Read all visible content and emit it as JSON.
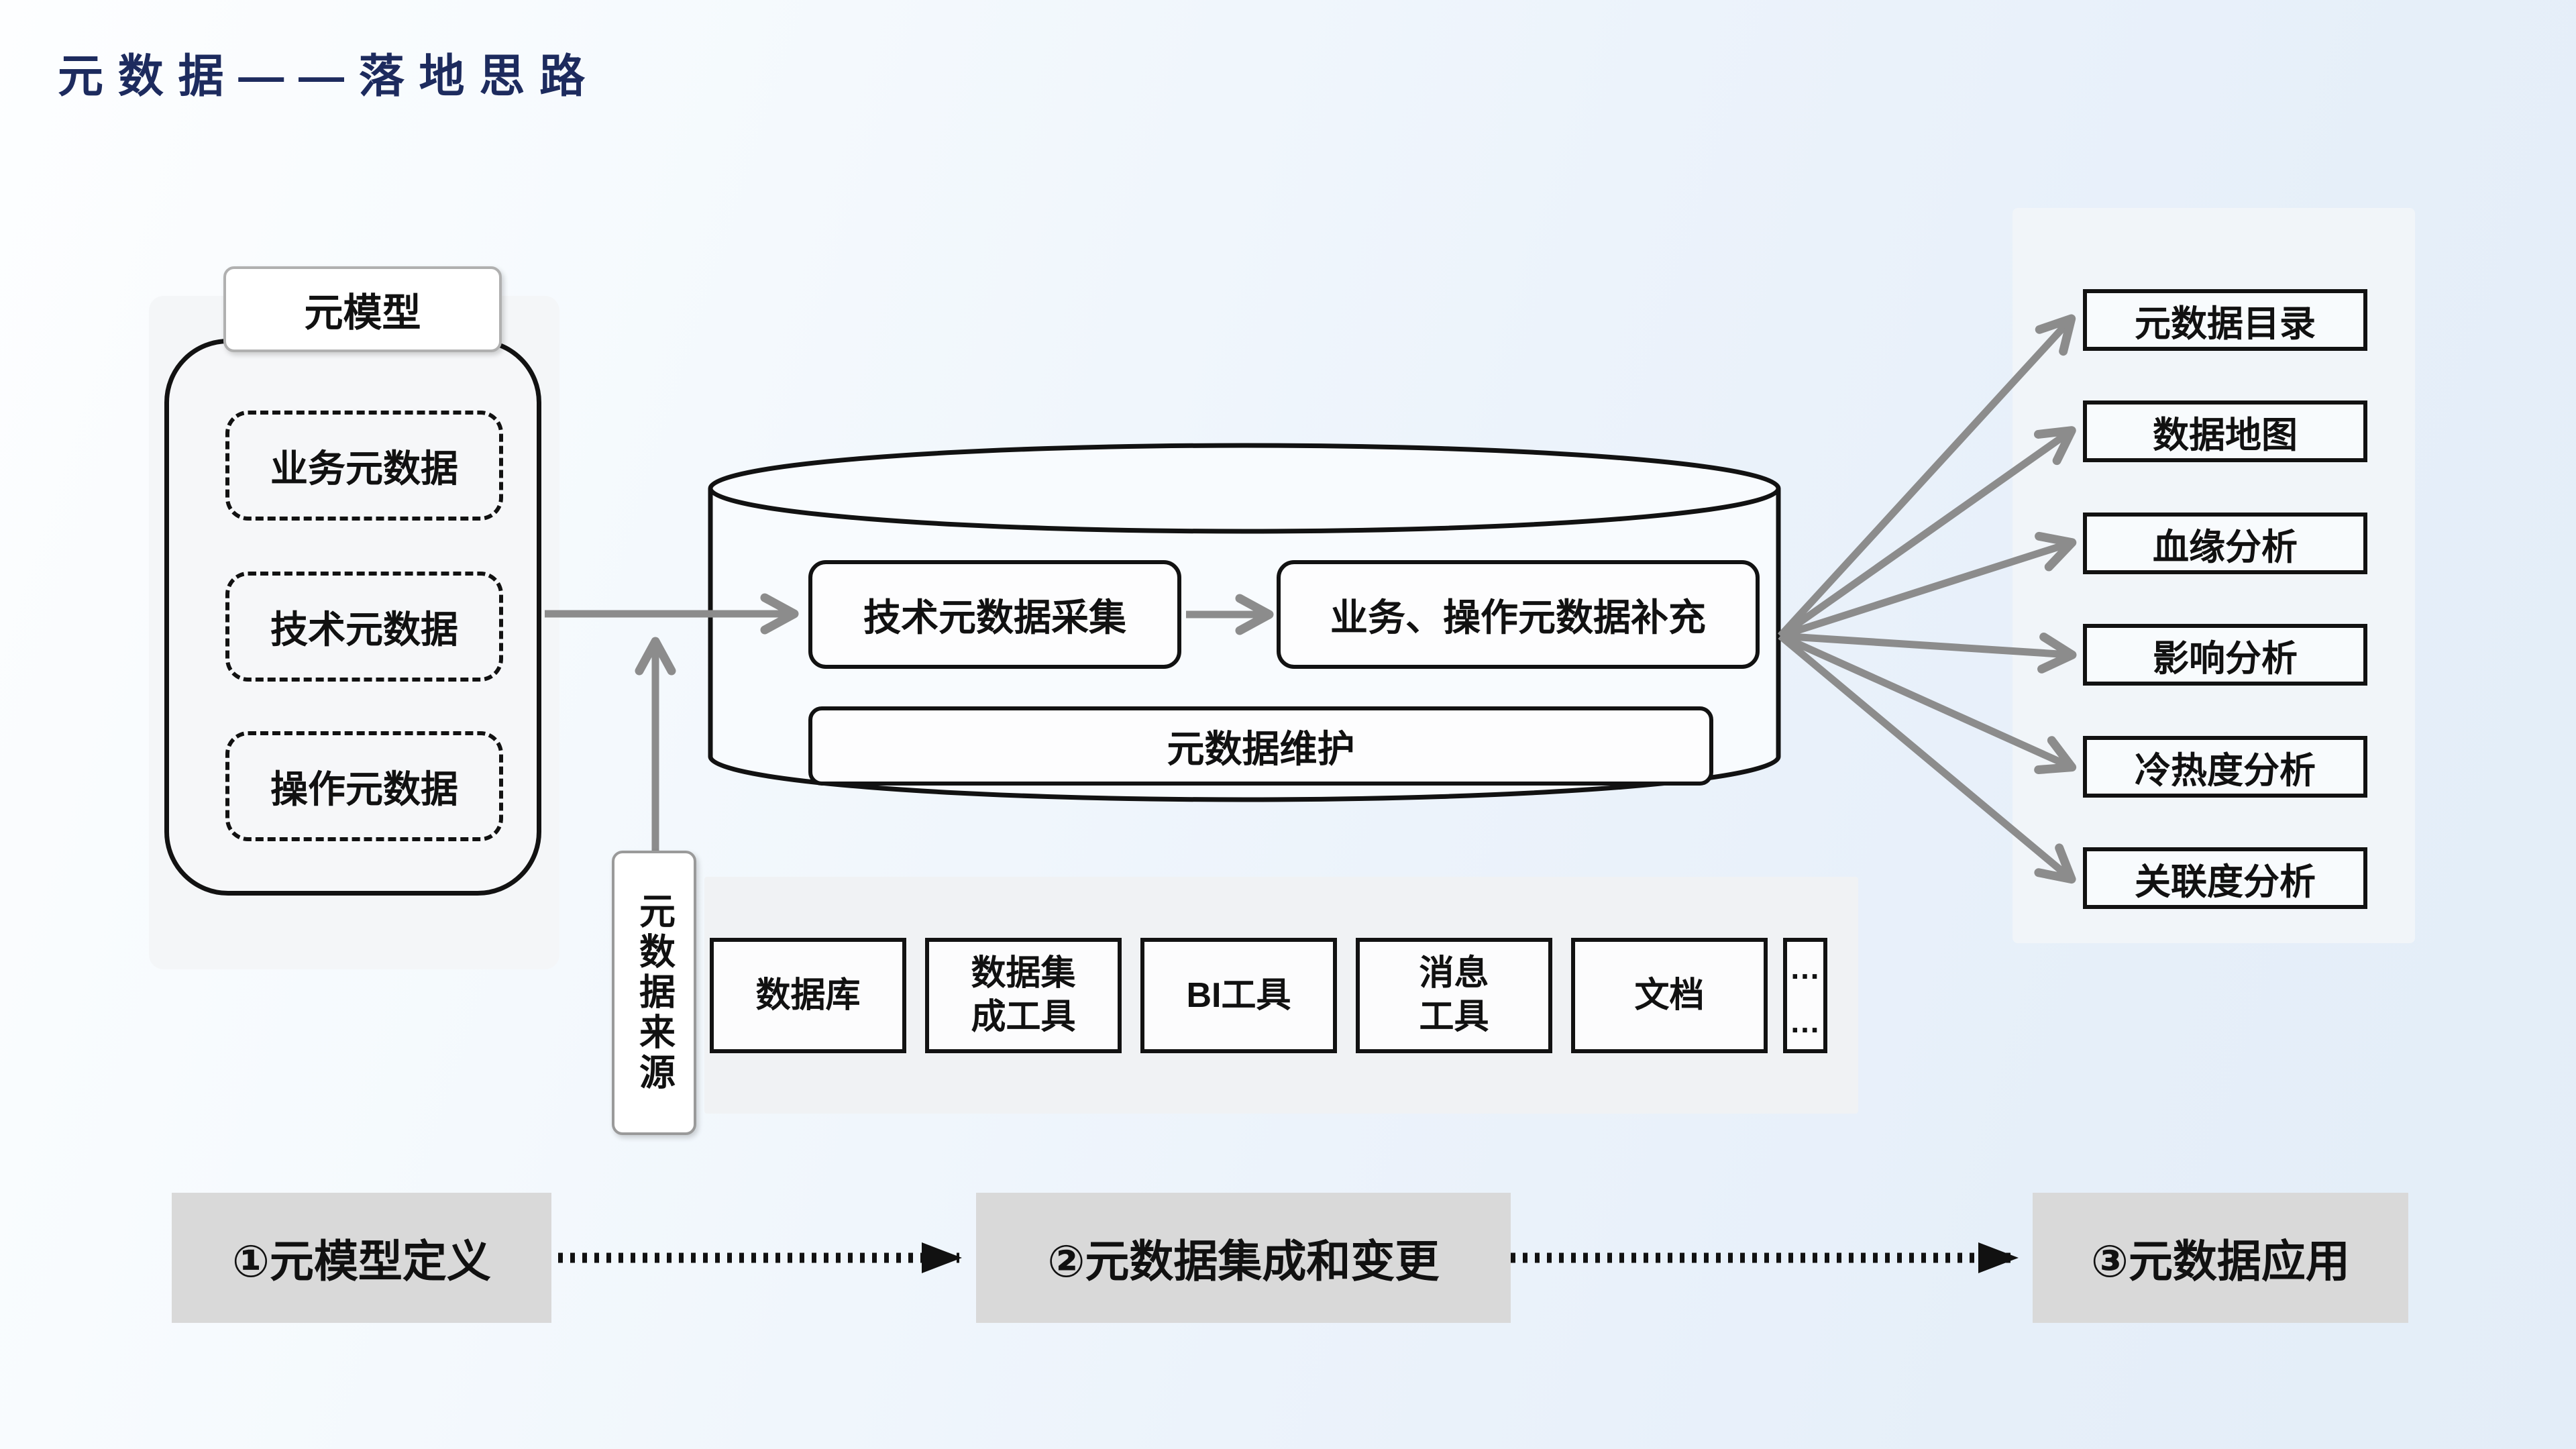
{
  "title": "元数据——落地思路",
  "meta_model": {
    "tab": "元模型",
    "items": [
      "业务元数据",
      "技术元数据",
      "操作元数据"
    ]
  },
  "repository": {
    "collect": "技术元数据采集",
    "supplement": "业务、操作元数据补充",
    "maintain": "元数据维护"
  },
  "sources": {
    "tab": "元数据来源",
    "tools": [
      "数据库",
      "数据集\n成工具",
      "BI工具",
      "消息\n工具",
      "文档"
    ],
    "more_dots": [
      "…",
      "…"
    ]
  },
  "applications": [
    "元数据目录",
    "数据地图",
    "血缘分析",
    "影响分析",
    "冷热度分析",
    "关联度分析"
  ],
  "steps": [
    "①元模型定义",
    "②元数据集成和变更",
    "③元数据应用"
  ],
  "colors": {
    "title": "#1d2b5e",
    "arrow_gray": "#8c8c8c",
    "step_bg": "#d9d9d9"
  }
}
